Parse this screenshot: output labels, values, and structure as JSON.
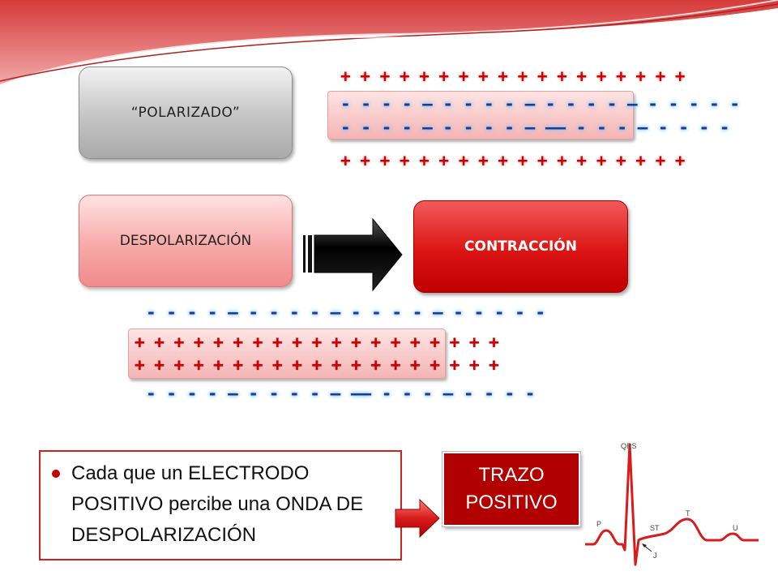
{
  "boxes": {
    "polarizado": "“POLARIZADO”",
    "despolarizacion": "DESPOLARIZACIÓN",
    "contraccion": "CONTRACCIÓN"
  },
  "membrane_top": {
    "plus_above": "+ + + + + + + + + + + + + + + + + +",
    "minus_line_1": "- - - - — - - - - — - - - - — - - - - -",
    "minus_line_2": "- - - - — - - - - — —— - - - — - - - -",
    "plus_below": "+ + + + + + + + + + + + + + + + + +"
  },
  "membrane_bottom": {
    "minus_above": "- - - - — - - - - — - - - - — - - - - -",
    "plus_line_1": "+ + + + + + + + + + + + + + + + + + +",
    "plus_line_2": "+ + + + + + + + + + + + + + + + + + +",
    "minus_below": "- - - - — - - - - — —— - - - — - - - -"
  },
  "bullet": {
    "text": "Cada que un ELECTRODO POSITIVO percibe una ONDA DE DESPOLARIZACIÓN"
  },
  "trazo": {
    "line1": "TRAZO",
    "line2": "POSITIVO"
  },
  "ecg_labels": {
    "qrs": "QRS",
    "p": "P",
    "st": "ST",
    "t": "T",
    "u": "U",
    "j": "J"
  },
  "colors": {
    "accent_red": "#c00000",
    "pink": "#f5b4b4",
    "grey_box": "#c4c4c4"
  }
}
